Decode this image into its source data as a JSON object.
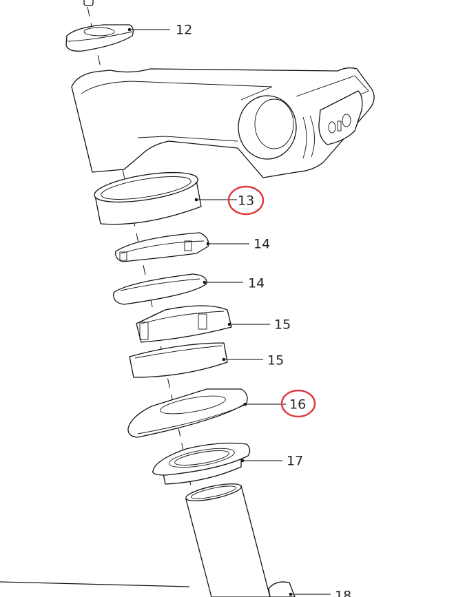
{
  "diagram": {
    "callouts": [
      {
        "id": "c12",
        "label": "12",
        "highlighted": false
      },
      {
        "id": "c13",
        "label": "13",
        "highlighted": true
      },
      {
        "id": "c14a",
        "label": "14",
        "highlighted": false
      },
      {
        "id": "c14b",
        "label": "14",
        "highlighted": false
      },
      {
        "id": "c15a",
        "label": "15",
        "highlighted": false
      },
      {
        "id": "c15b",
        "label": "15",
        "highlighted": false
      },
      {
        "id": "c16",
        "label": "16",
        "highlighted": true
      },
      {
        "id": "c17",
        "label": "17",
        "highlighted": false
      },
      {
        "id": "c18",
        "label": "18",
        "highlighted": false
      }
    ],
    "highlight_color": "#e0393e"
  }
}
